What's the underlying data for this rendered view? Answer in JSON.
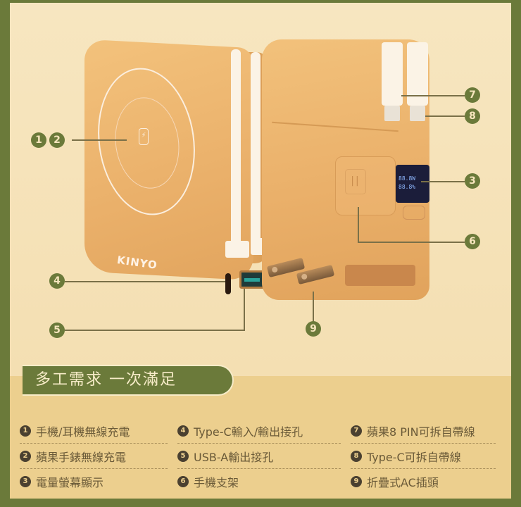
{
  "colors": {
    "border_olive": "#6b7a3a",
    "background_cream": "#f6e5bd",
    "panel_tan": "#eccf8e",
    "product_orange": "#eab06a",
    "text_brown": "#6a5a38"
  },
  "product": {
    "brand": "KINYO",
    "screen_line1": "88.8W",
    "screen_line2": "88.8%"
  },
  "callouts": [
    {
      "id": "c12a",
      "label": "1"
    },
    {
      "id": "c12b",
      "label": "2"
    },
    {
      "id": "c3",
      "label": "3"
    },
    {
      "id": "c4",
      "label": "4"
    },
    {
      "id": "c5",
      "label": "5"
    },
    {
      "id": "c6",
      "label": "6"
    },
    {
      "id": "c7",
      "label": "7"
    },
    {
      "id": "c8",
      "label": "8"
    },
    {
      "id": "c9",
      "label": "9"
    }
  ],
  "section": {
    "title": "多工需求 一次滿足"
  },
  "features": {
    "col1": [
      {
        "num": "1",
        "text": "手機/耳機無線充電"
      },
      {
        "num": "2",
        "text": "蘋果手錶無線充電"
      },
      {
        "num": "3",
        "text": "電量螢幕顯示"
      }
    ],
    "col2": [
      {
        "num": "4",
        "text": "Type-C輸入/輸出接孔"
      },
      {
        "num": "5",
        "text": "USB-A輸出接孔"
      },
      {
        "num": "6",
        "text": "手機支架"
      }
    ],
    "col3": [
      {
        "num": "7",
        "text": "蘋果8 PIN可拆自帶線"
      },
      {
        "num": "8",
        "text": "Type-C可拆自帶線"
      },
      {
        "num": "9",
        "text": "折疊式AC插頭"
      }
    ]
  }
}
